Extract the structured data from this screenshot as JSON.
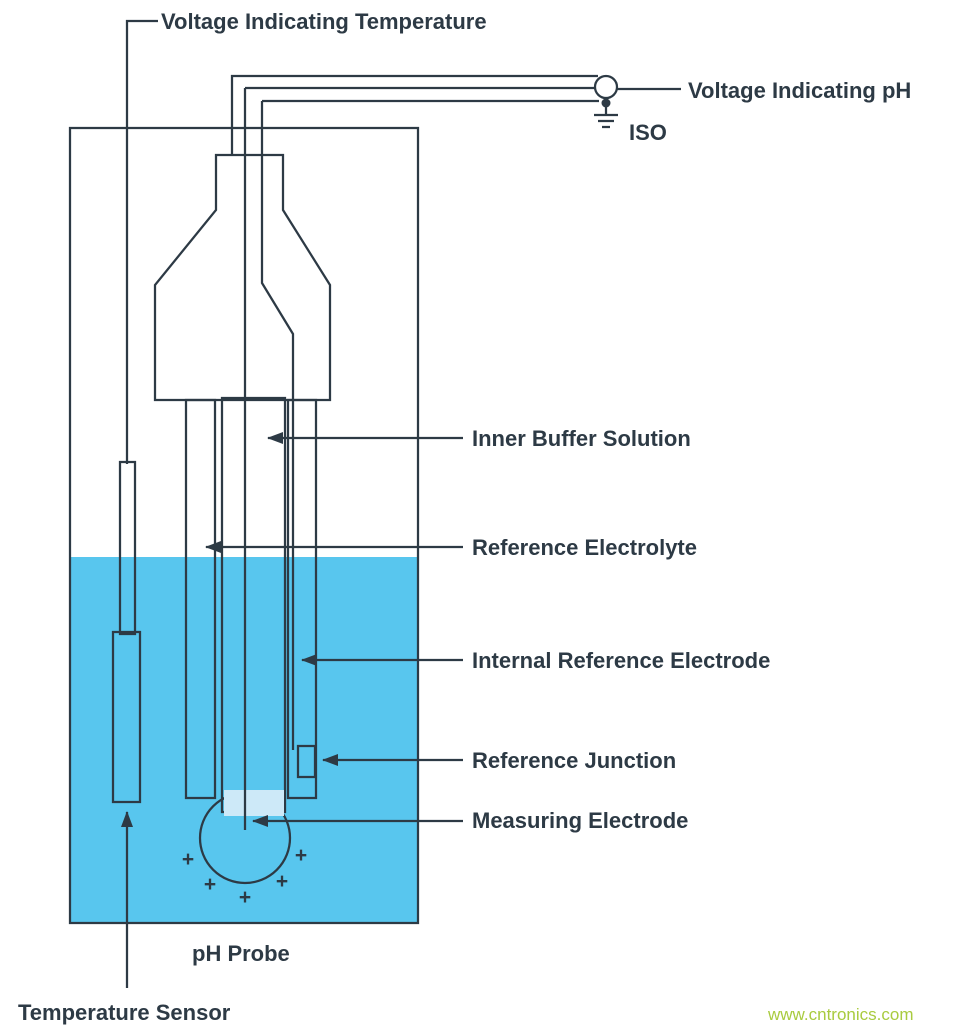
{
  "diagram": {
    "title": "pH Probe",
    "labels": {
      "voltage_indicating_temperature": "Voltage Indicating Temperature",
      "voltage_indicating_ph": "Voltage Indicating pH",
      "iso": "ISO",
      "inner_buffer_solution": "Inner Buffer Solution",
      "reference_electrolyte": "Reference Electrolyte",
      "internal_reference_electrode": "Internal Reference Electrode",
      "reference_junction": "Reference Junction",
      "measuring_electrode": "Measuring Electrode",
      "ph_probe": "pH Probe",
      "temperature_sensor": "Temperature Sensor"
    },
    "symbols": {
      "plus": "+"
    },
    "watermark": "www.cntronics.com",
    "colors": {
      "line": "#2d3a45",
      "text": "#2d3a45",
      "liquid": "#58c6ee",
      "inner_tube": "#cde9f8",
      "cap": "#8e9093",
      "tube": "#d8d9da",
      "junction": "#6e7073",
      "watermark": "#a9cb3f",
      "background": "#ffffff"
    }
  }
}
